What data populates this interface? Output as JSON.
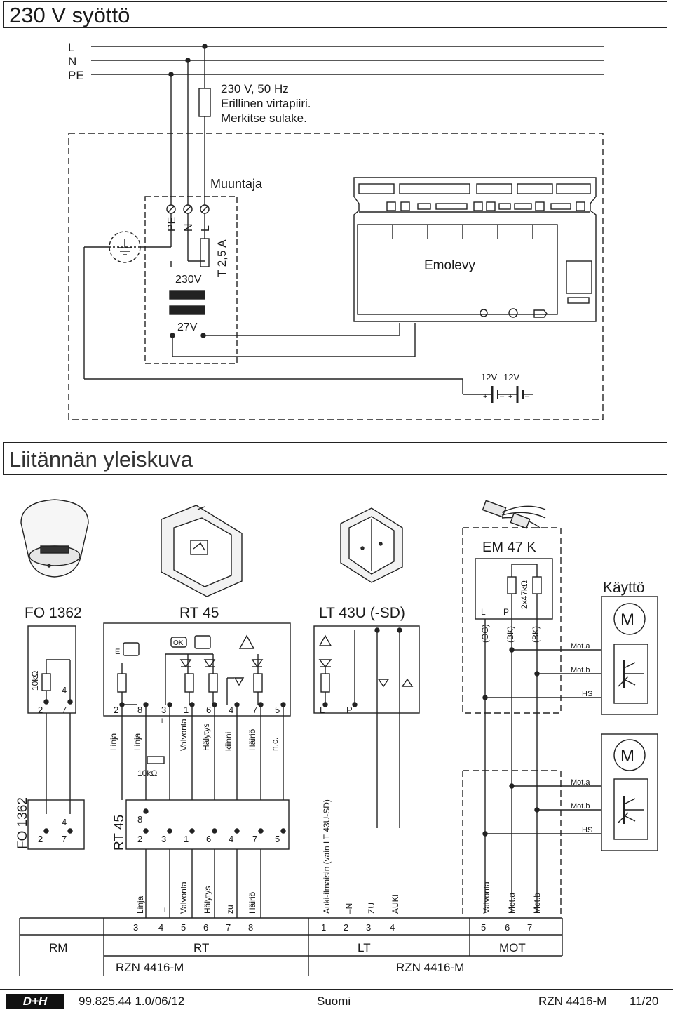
{
  "sections": {
    "supply_title": "230 V syöttö",
    "overview_title": "Liitännän yleiskuva"
  },
  "supply": {
    "line_labels": [
      "L",
      "N",
      "PE"
    ],
    "note": [
      "230 V, 50 Hz",
      "Erillinen virtapiiri.",
      "Merkitse sulake."
    ],
    "transformer_label": "Muuntaja",
    "terminal_labels": [
      "PE",
      "N",
      "L"
    ],
    "fuse_label": "T 2,5 A",
    "primary_label": "230V",
    "secondary_label": "27V",
    "board_label": "Emolevy",
    "battery_labels": [
      "12V",
      "12V"
    ],
    "battery_signs": [
      "+",
      "–",
      "+",
      "–"
    ]
  },
  "devices": {
    "fo_title": "FO 1362",
    "fo_resistor": "10kΩ",
    "fo_terminals": [
      "2",
      "7",
      "4"
    ],
    "rt_title": "RT 45",
    "rt_ok": "OK",
    "rt_terminals": [
      "2",
      "8",
      "3",
      "1",
      "6",
      "4",
      "7",
      "5"
    ],
    "rt_wire_labels": [
      "Linja",
      "Linja",
      "–",
      "Valvonta",
      "Hälytys",
      "kiinni",
      "Häiriö",
      "n.c."
    ],
    "rt_resistor": "10kΩ",
    "lt_title": "LT 43U (-SD)",
    "lt_terminals": [
      "L",
      "P"
    ],
    "em_title": "EM 47 K",
    "em_resistor": "2x47kΩ",
    "em_terminals": [
      "L",
      "P"
    ],
    "em_wires": [
      "(OG)",
      "(BK)",
      "(BK)"
    ],
    "drive_title": "Käyttö",
    "motor_symbol": "M",
    "motor_labels": [
      "Mot.a",
      "Mot.b",
      "HS"
    ],
    "relay_glyph": "E"
  },
  "lower": {
    "fo_label": "FO 1362",
    "fo_terminals": [
      "4",
      "2",
      "7"
    ],
    "rt_label": "RT 45",
    "rt_terminals": [
      "8",
      "2",
      "3",
      "1",
      "6",
      "4",
      "7",
      "5"
    ],
    "rzn_labels_left": [
      "Linja",
      "–",
      "Valvonta",
      "Hälytys",
      "zu",
      "Häiriö"
    ],
    "rzn_labels_right": [
      "Auki-ilmaisin (vain LT 43U-SD)",
      "–N",
      "ZU",
      "AUKI"
    ],
    "rzn_labels_mot": [
      "Valvonta",
      "Mot.a",
      "Mot.b"
    ],
    "terminals_rt": [
      "3",
      "4",
      "5",
      "6",
      "7",
      "8"
    ],
    "terminals_lt": [
      "1",
      "2",
      "3",
      "4"
    ],
    "terminals_mot": [
      "5",
      "6",
      "7"
    ],
    "group_rm": "RM",
    "group_rt": "RT",
    "group_lt": "LT",
    "group_mot": "MOT",
    "rzn_left": "RZN 4416-M",
    "rzn_right": "RZN 4416-M"
  },
  "footer": {
    "logo": "D+H",
    "doc_code": "99.825.44 1.0/06/12",
    "language": "Suomi",
    "product": "RZN 4416-M",
    "page": "11/20"
  }
}
